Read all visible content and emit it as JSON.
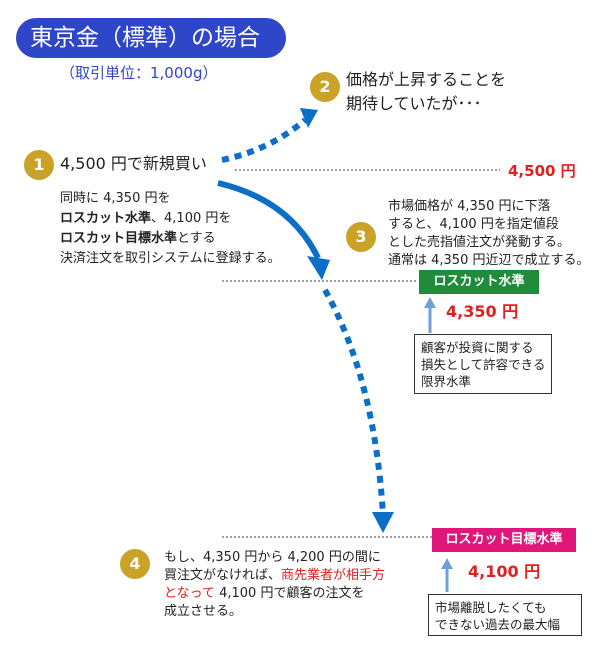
{
  "header": {
    "title": "東京金（標準）の場合",
    "subtitle": "（取引単位：1,000g）"
  },
  "steps": {
    "s1": {
      "num": "1",
      "text": "4,500 円で新規買い"
    },
    "s2": {
      "num": "2",
      "line1": "価格が上昇することを",
      "line2": "期待していたが･･･"
    },
    "s3": {
      "num": "3",
      "line1": "市場価格が 4,350 円に下落",
      "line2": "すると、4,100 円を指定値段",
      "line3": "とした売指値注文が発動する。",
      "line4": "通常は 4,350 円近辺で成立する。"
    },
    "s4": {
      "num": "4",
      "line1": "もし、4,350 円から 4,200 円の間に",
      "line2a": "買注文がなければ、",
      "line2b": "商先業者が相手方",
      "line3a": "となって",
      "line3b": " 4,100 円で顧客の注文を",
      "line4": "成立させる。"
    }
  },
  "registration": {
    "line1": "同時に 4,350 円を",
    "line2a": "ロスカット水準",
    "line2b": "、4,100 円を",
    "line3a": "ロスカット目標水準",
    "line3b": "とする",
    "line4": "決済注文を取引システムに登録する。"
  },
  "prices": {
    "p4500": "4,500 円",
    "p4350": "4,350 円",
    "p4100": "4,100 円"
  },
  "labels": {
    "losscut": "ロスカット水準",
    "losscut_target": "ロスカット目標水準"
  },
  "notes": {
    "n1": {
      "line1": "顧客が投資に関する",
      "line2": "損失として許容できる",
      "line3": "限界水準"
    },
    "n2": {
      "line1": "市場離脱したくても",
      "line2": "できない過去の最大幅"
    }
  },
  "colors": {
    "title_bg": "#2e46c8",
    "badge": "#c9a227",
    "arrow": "#0b6fc7",
    "green": "#1e8c3a",
    "pink": "#e0177a",
    "red": "#e02020",
    "up_arrow": "#6f9fd8"
  }
}
